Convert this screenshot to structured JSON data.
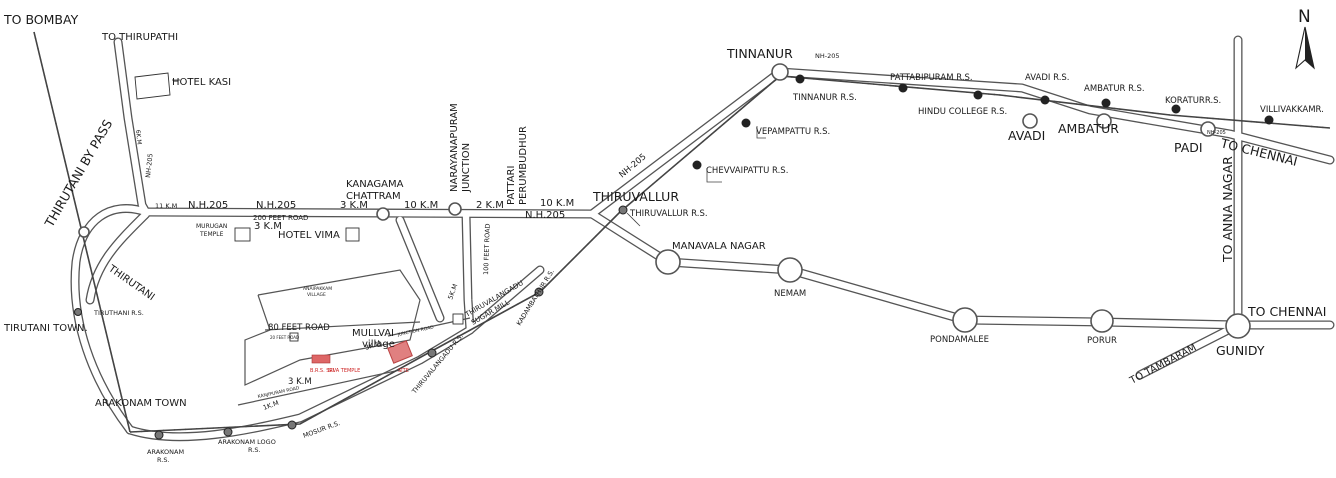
{
  "compass": {
    "label": "N"
  },
  "directions": {
    "to_bombay": "TO BOMBAY",
    "to_thirupathi": "TO THIRUPATHI",
    "to_chennai_top": "TO CHENNAI",
    "to_chennai_right": "TO CHENNAI",
    "to_anna_nagar": "TO ANNA NAGAR",
    "to_tambaram": "TO TAMBARAM"
  },
  "bypass": {
    "label": "THIRUTANI BY PASS"
  },
  "places": {
    "tinnanur": "TINNANUR",
    "avadi": "AVADI",
    "ambatur": "AMBATUR",
    "padi": "PADI",
    "thiruvallur": "THIRUVALLUR",
    "manavala_nagar": "MANAVALA NAGAR",
    "nemam": "NEMAM",
    "pondamalee": "PONDAMALEE",
    "porur": "PORUR",
    "gunidy": "GUNIDY",
    "kanagama_chattram_1": "KANAGAMA",
    "kanagama_chattram_2": "CHATTRAM",
    "narayanapuram_1": "NARAYANAPURAM",
    "narayanapuram_2": "JUNCTION",
    "pattari_1": "PATTARI",
    "pattari_2": "PERUMBUDHUR",
    "thirutani": "THIRUTANI",
    "tirutani_town": "TIRUTANI TOWN.",
    "arakonam_town": "ARAKONAM TOWN",
    "mullvai_1": "MULLVAI",
    "mullvai_2": "village",
    "anaipakkam_1": "ANAIPAKKAM",
    "anaipakkam_2": "VILLAGE"
  },
  "landmarks": {
    "hotel_kasi": "HOTEL KASI",
    "hotel_vima": "HOTEL VIMA",
    "murugan_1": "MURUGAN",
    "murugan_2": "TEMPLE",
    "sugar_mill_1": "THIRUVALANGADU",
    "sugar_mill_2": "SUGAR MILL",
    "site_label": "SITE",
    "red_label_1": "B.R.S. SRI",
    "red_label_2": "SIVA TEMPLE"
  },
  "roads": {
    "nh205_a": "N.H.205",
    "nh205_b": "N.H.205",
    "nh205_c": "N.H.205",
    "nh205_diag": "NH-205",
    "nh205_top": "NH-205",
    "nh205_vert": "NH-205",
    "nh205_padi": "NH-205",
    "road_200ft": "200 FEET ROAD",
    "road_100ft": "100 FEET ROAD",
    "road_80ft": "80 FEET ROAD",
    "road_20ft": "20 FEET ROAD",
    "kanjipuram_road": "KANJIPURAM ROAD",
    "junction_road": "JUNCTION ROAD"
  },
  "distances": {
    "d_11km": "11 K.M",
    "d_3km_a": "3 K.M",
    "d_3km_b": "3 K.M",
    "d_10km_a": "10 K.M",
    "d_2km": "2 K.M",
    "d_10km_b": "10 K.M",
    "d_5km": "5K.M",
    "d_3km_c": "3 K.M",
    "d_1km": "1K.M",
    "d_3km_road": "3K.M",
    "d_6km": "6K.M"
  },
  "stations": {
    "tinnanur_rs": "TINNANUR R.S.",
    "pattabipuram_rs": "PATTABIPURAM R.S.",
    "avadi_rs": "AVADI R.S.",
    "ambatur_rs": "AMBATUR R.S.",
    "koraturr_rs": "KORATURR.S.",
    "villivakkam_rs": "VILLIVAKKAMR.",
    "hindu_college_rs": "HINDU COLLEGE R.S.",
    "vepampattu_rs": "VEPAMPATTU R.S.",
    "chevvaipattu_rs": "CHEVVAIPATTU R.S.",
    "thiruvallur_rs": "THIRUVALLUR R.S.",
    "kadambathur_rs": "KADAMBATHUR R.S.",
    "thiruvalangadu_rs": "THIRUVALANGADU R.S.",
    "mosur_rs": "MOSUR R.S.",
    "arakonam_rs_1": "ARAKONAM",
    "arakonam_rs_2": "R.S.",
    "arakonam_logo_rs_1": "ARAKONAM LOGO",
    "arakonam_logo_rs_2": "R.S.",
    "tiruthani_rs": "TIRUTHANI R.S."
  }
}
